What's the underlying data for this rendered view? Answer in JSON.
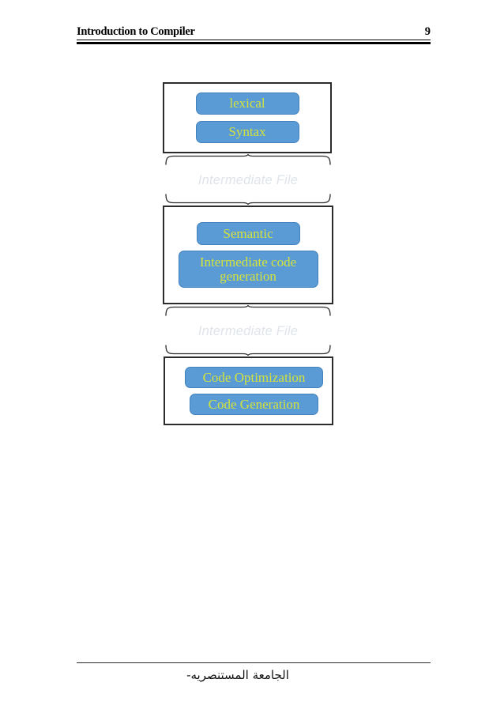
{
  "page": {
    "header": {
      "title": "Introduction to Compiler",
      "page_number": "9"
    },
    "footer": {
      "text": "الجامعة المستنصريه-"
    }
  },
  "diagram": {
    "title": "compiler-phases-diagram",
    "colors": {
      "pill_fill": "#5B9BD5",
      "pill_border": "#4281BD",
      "pill_text": "#D3E33C",
      "box_border": "#2B2B2B",
      "intermediate_label": "#DFE4EA",
      "page_background": "#FFFFFF"
    },
    "stages": [
      {
        "id": "front-end",
        "phases": [
          {
            "label": "lexical"
          },
          {
            "label": "Syntax"
          }
        ]
      },
      {
        "id": "middle-end",
        "phases": [
          {
            "label": "Semantic"
          },
          {
            "label": "Intermediate code\ngeneration"
          }
        ]
      },
      {
        "id": "back-end",
        "phases": [
          {
            "label": "Code Optimization"
          },
          {
            "label": "Code Generation"
          }
        ]
      }
    ],
    "connectors": [
      {
        "label": "Intermediate File"
      },
      {
        "label": "Intermediate File"
      }
    ]
  }
}
